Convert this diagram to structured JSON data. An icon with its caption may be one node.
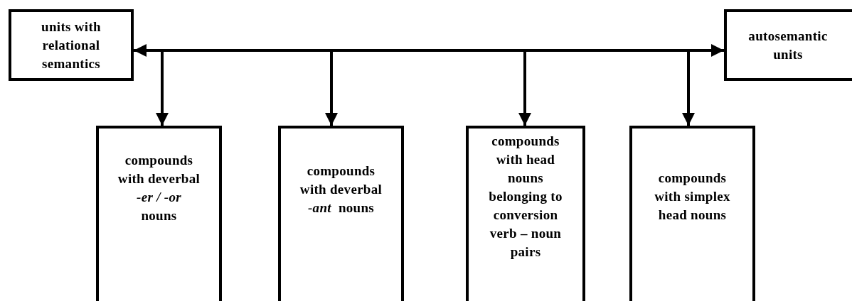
{
  "diagram": {
    "nodes": [
      {
        "text": [
          "units with relational semantics"
        ]
      },
      {
        "text": [
          "autosemantic units"
        ]
      },
      {
        "text": [
          "compounds with deverbal *-er / -or* nouns"
        ]
      },
      {
        "text": [
          "compounds with deverbal *-ant*  nouns"
        ]
      },
      {
        "text": [
          "compounds with head nouns belonging to conversion verb – noun pairs"
        ]
      },
      {
        "text": [
          "compounds with simplex head nouns"
        ]
      }
    ],
    "edges": [
      {
        "from": 0,
        "to": 1,
        "arrow": "both"
      },
      {
        "from": null,
        "to": 2,
        "arrow": "to"
      },
      {
        "from": null,
        "to": 3,
        "arrow": "to"
      },
      {
        "from": null,
        "to": 4,
        "arrow": "to"
      },
      {
        "from": null,
        "to": 5,
        "arrow": "to"
      }
    ]
  }
}
